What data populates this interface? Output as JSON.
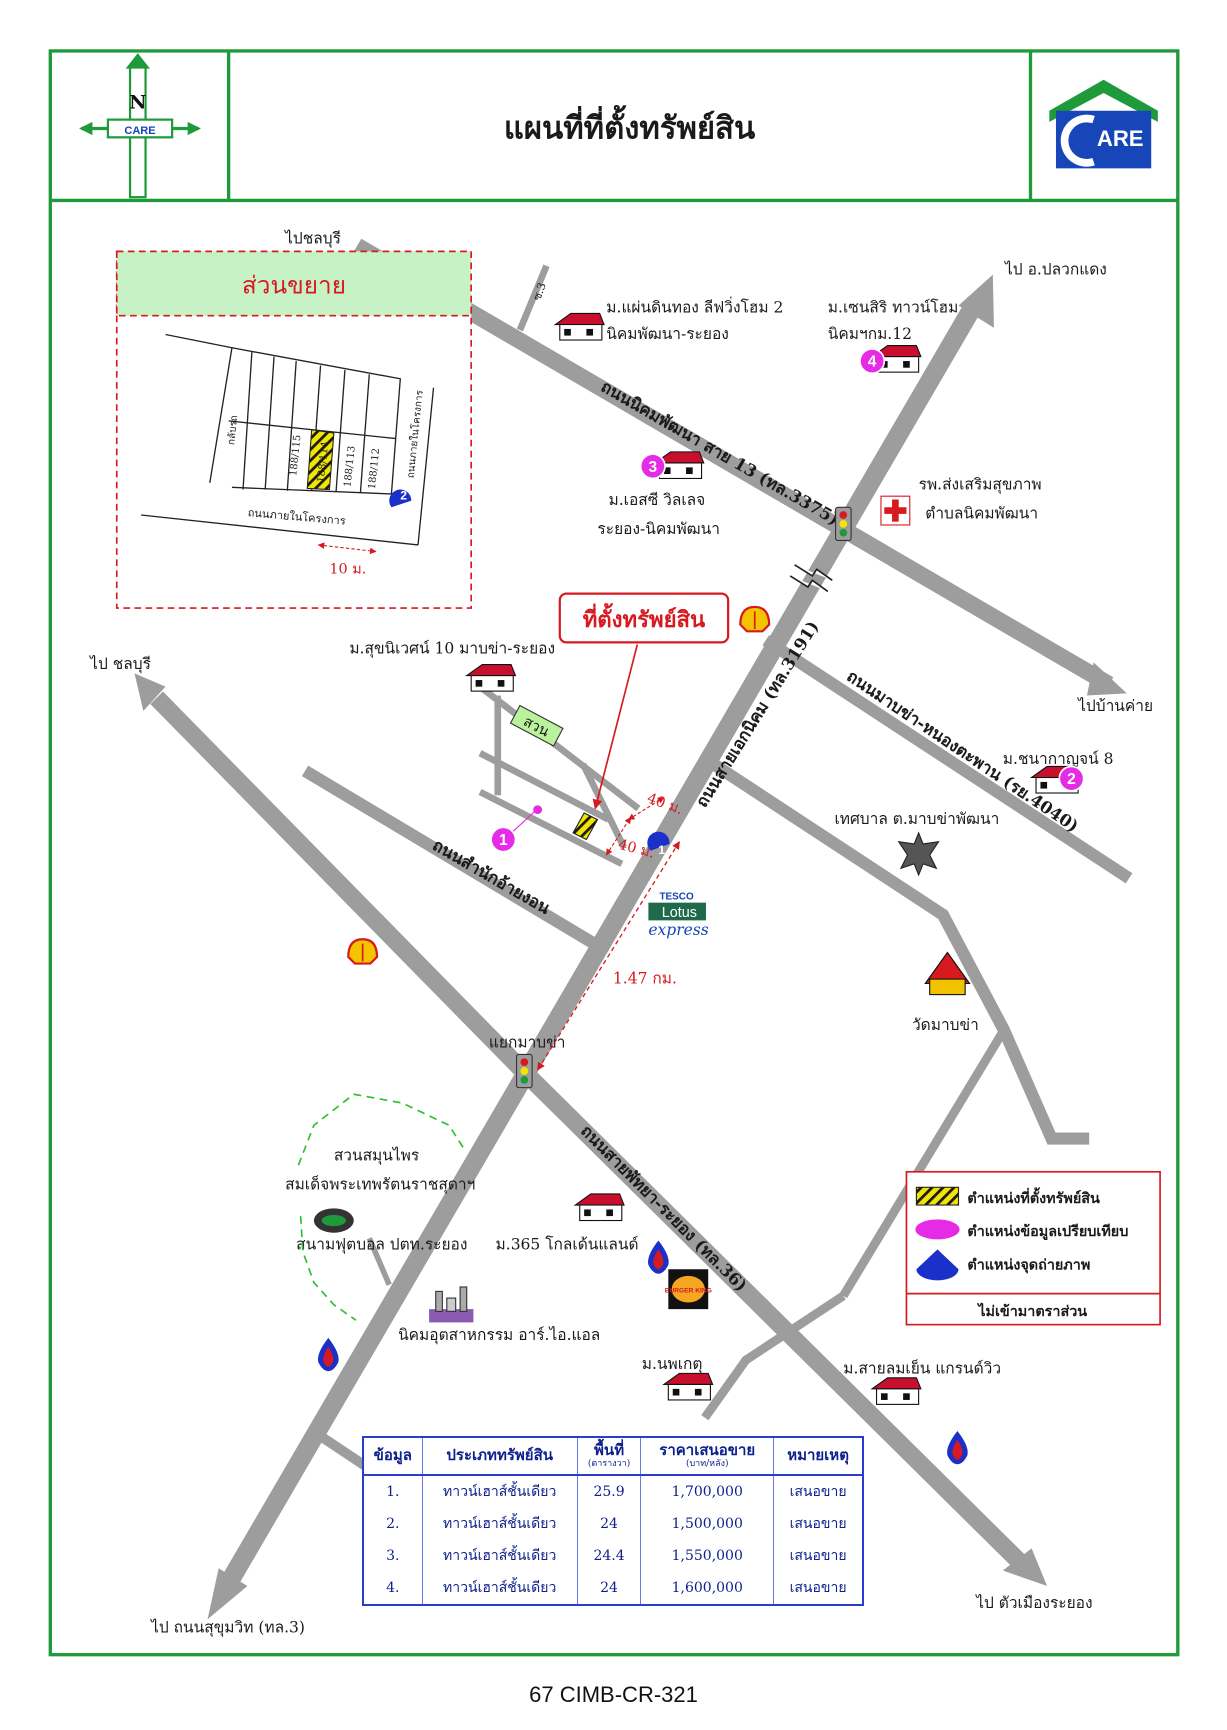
{
  "header": {
    "title": "แผนที่ที่ตั้งทรัพย์สิน",
    "compass": {
      "letter": "N",
      "plate": "CARE"
    },
    "logo": {
      "text": "ARE"
    }
  },
  "inset": {
    "title": "ส่วนขยาย",
    "lots": [
      "188/115",
      "188/114",
      "188/113",
      "188/112"
    ],
    "road_left": "กลับรถ",
    "road_bottom": "ถนนภายในโครงการ",
    "road_right": "ถนนภายในโครงการ",
    "dimension": "10 ม.",
    "photo_point": "2"
  },
  "directions": {
    "top_left": "ไปชลบุรี",
    "top_right": "ไป อ.ปลวกแดง",
    "left": "ไป ชลบุรี",
    "right_mid": "ไปบ้านค่าย",
    "bottom_left": "ไป ถนนสุขุมวิท (ทล.3)",
    "bottom_right": "ไป ตัวเมืองระยอง"
  },
  "roads": {
    "nikhom": "ถนนนิคมพัฒนา สาย 13 (ทล.3375)",
    "saiekkamol": "ถนนสายเอกนิคม (ทล.3191)",
    "mabkha_nongtaphan": "ถนนมาบข่า-หนองตะพาน (รย.4040)",
    "samnak_ikon": "ถนนสำนักอ้ายงอน",
    "pattaya_rayong": "ถนนสายพัทยา-ระยอง (ทล.36)",
    "side_3": "ซ.3"
  },
  "places": {
    "hm_paendin_1": "ม.แผ่นดินทอง ลีฟวิ่งโฮม 2",
    "hm_paendin_2": "นิคมพัฒนา-ระยอง",
    "hm_censiri_1": "ม.เซนสิริ ทาวน์โฮม",
    "hm_censiri_2": "นิคมฯกม.12",
    "hm_escivillage_1": "ม.เอสซี วิลเลจ",
    "hm_escivillage_2": "ระยอง-นิคมพัฒนา",
    "hospital_1": "รพ.ส่งเสริมสุขภาพ",
    "hospital_2": "ตำบลนิคมพัฒนา",
    "hm_suknives": "ม.สุขนิเวศน์ 10 มาบข่า-ระยอง",
    "park": "สวน",
    "hm_chanakarn": "ม.ชนากาญจน์ 8",
    "municipality": "เทศบาล ต.มาบข่าพัฒนา",
    "temple": "วัดมาบข่า",
    "junction": "แยกมาบข่า",
    "herb_garden_1": "สวนสมุนไพร",
    "herb_garden_2": "สมเด็จพระเทพรัตนราชสุดาฯ",
    "stadium": "สนามฟุตบอล ปตท.ระยอง",
    "hm_365": "ม.365 โกลเด้นแลนด์",
    "industrial": "นิคมอุตสาหกรรม อาร์.ไอ.แอล",
    "hm_nopphakate": "ม.นพเกตุ",
    "hm_sailomyen": "ม.สายลมเย็น แกรนด์วิว",
    "tesco_1": "TESCO",
    "tesco_2": "Lotus",
    "tesco_3": "express",
    "burger_king": "BURGER KING"
  },
  "property": {
    "callout": "ที่ตั้งทรัพย์สิน",
    "dim_a": "40 ม.",
    "dim_b": "40 ม.",
    "distance": "1.47 กม."
  },
  "markers": {
    "m1": "1",
    "m2": "2",
    "m3": "3",
    "m4": "4",
    "photo": "1"
  },
  "legend": {
    "items": [
      "ตำแหน่งที่ตั้งทรัพย์สิน",
      "ตำแหน่งข้อมูลเปรียบเทียบ",
      "ตำแหน่งจุดถ่ายภาพ"
    ],
    "note": "ไม่เข้ามาตราส่วน"
  },
  "table": {
    "headers": [
      "ข้อมูล",
      "ประเภททรัพย์สิน",
      "พื้นที่",
      "ราคาเสนอขาย",
      "หมายเหตุ"
    ],
    "subheaders": [
      "",
      "",
      "(ตารางวา)",
      "(บาท/หลัง)",
      ""
    ],
    "rows": [
      [
        "1.",
        "ทาวน์เฮาส์ชั้นเดียว",
        "25.9",
        "1,700,000",
        "เสนอขาย"
      ],
      [
        "2.",
        "ทาวน์เฮาส์ชั้นเดียว",
        "24",
        "1,500,000",
        "เสนอขาย"
      ],
      [
        "3.",
        "ทาวน์เฮาส์ชั้นเดียว",
        "24.4",
        "1,550,000",
        "เสนอขาย"
      ],
      [
        "4.",
        "ทาวน์เฮาส์ชั้นเดียว",
        "24",
        "1,600,000",
        "เสนอขาย"
      ]
    ]
  },
  "colors": {
    "frame": "#1f9a3a",
    "road": "#9d9d9d",
    "accent_red": "#d71920",
    "compare_magenta": "#e62be6",
    "photo_blue": "#1b2fc9",
    "logo_blue": "#1646b8",
    "logo_green": "#1f9a3a",
    "property_yellow": "#f2e600",
    "inset_header": "#c6f2c6"
  },
  "footer": {
    "text": "67 CIMB-CR-321"
  }
}
